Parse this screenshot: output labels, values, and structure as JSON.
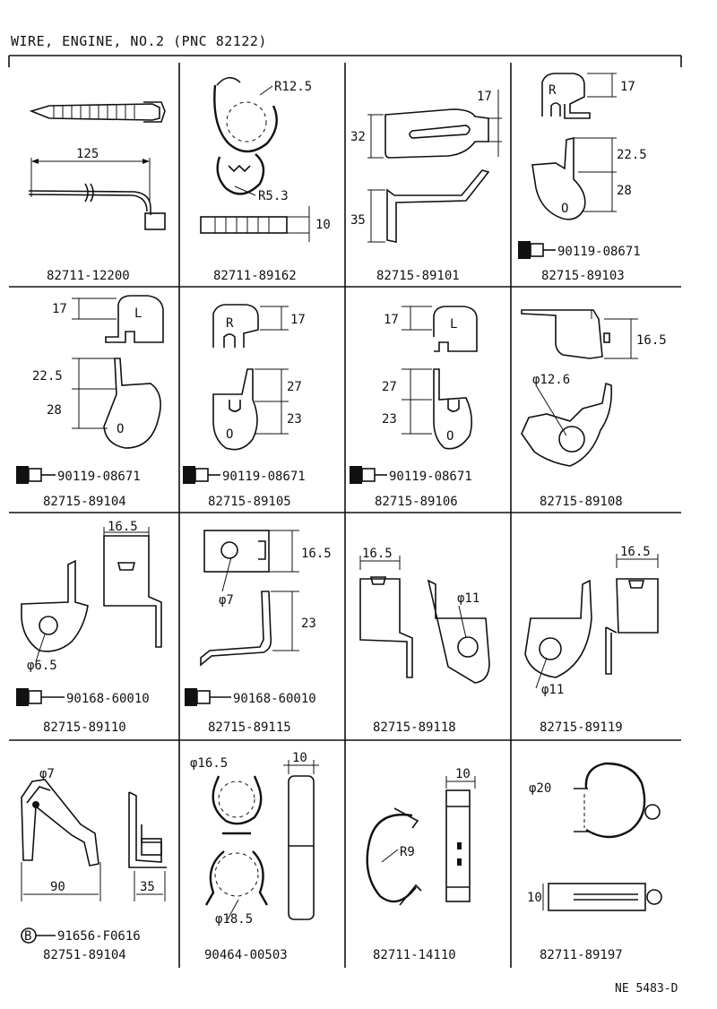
{
  "header": {
    "title": "WIRE, ENGINE, NO.2 (PNC 82122)"
  },
  "drawing_code": "NE 5483-D",
  "cells": [
    {
      "part": "82711-12200",
      "dims": [
        "125"
      ]
    },
    {
      "part": "82711-89162",
      "dims": [
        "R12.5",
        "R5.3",
        "10"
      ]
    },
    {
      "part": "82715-89101",
      "dims": [
        "17",
        "32",
        "35"
      ]
    },
    {
      "part": "82715-89103",
      "dims": [
        "R",
        "17",
        "22.5",
        "28",
        "O"
      ],
      "bolt": "90119-08671"
    },
    {
      "part": "82715-89104",
      "dims": [
        "17",
        "L",
        "22.5",
        "28",
        "O"
      ],
      "bolt": "90119-08671"
    },
    {
      "part": "82715-89105",
      "dims": [
        "R",
        "17",
        "27",
        "23",
        "O"
      ],
      "bolt": "90119-08671"
    },
    {
      "part": "82715-89106",
      "dims": [
        "17",
        "L",
        "27",
        "23",
        "O"
      ],
      "bolt": "90119-08671"
    },
    {
      "part": "82715-89108",
      "dims": [
        "16.5",
        "φ12.6"
      ]
    },
    {
      "part": "82715-89110",
      "dims": [
        "16.5",
        "φ6.5"
      ],
      "bolt": "90168-60010"
    },
    {
      "part": "82715-89115",
      "dims": [
        "16.5",
        "φ7",
        "23"
      ],
      "bolt": "90168-60010"
    },
    {
      "part": "82715-89118",
      "dims": [
        "16.5",
        "φ11"
      ]
    },
    {
      "part": "82715-89119",
      "dims": [
        "16.5",
        "φ11"
      ]
    },
    {
      "part": "82751-89104",
      "dims": [
        "φ7",
        "90",
        "35"
      ],
      "bolt": "91656-F0616",
      "bolt_mark": "B"
    },
    {
      "part": "90464-00503",
      "dims": [
        "φ16.5",
        "10",
        "φ18.5"
      ]
    },
    {
      "part": "82711-14110",
      "dims": [
        "10",
        "R9"
      ]
    },
    {
      "part": "82711-89197",
      "dims": [
        "φ20",
        "10"
      ]
    }
  ]
}
